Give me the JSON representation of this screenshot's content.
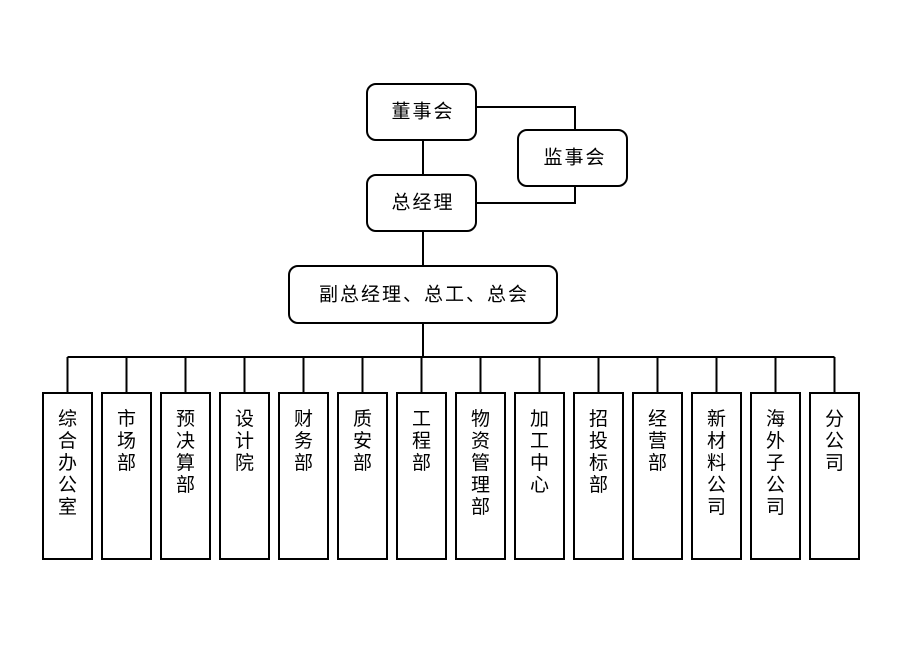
{
  "top": {
    "board": "董事会",
    "supervisory": "监事会",
    "general_manager": "总经理",
    "deputies": "副总经理、总工、总会"
  },
  "departments": [
    "综合办公室",
    "市场部",
    "预决算部",
    "设计院",
    "财务部",
    "质安部",
    "工程部",
    "物资管理部",
    "加工中心",
    "招投标部",
    "经营部",
    "新材料公司",
    "海外子公司",
    "分公司"
  ]
}
